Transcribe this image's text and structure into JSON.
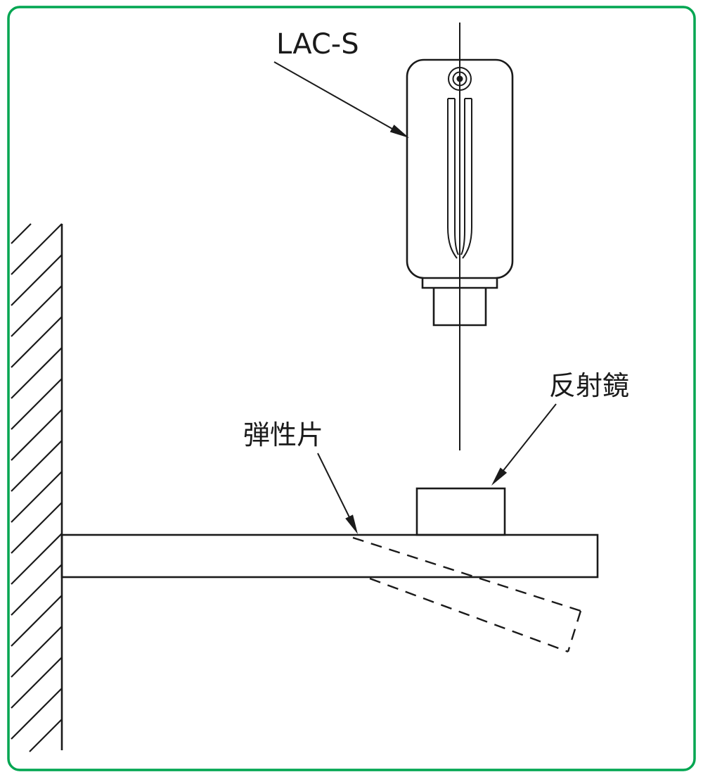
{
  "figure": {
    "background": "#ffffff",
    "border_color": "#00a651",
    "line_color": "#1a1a1a",
    "labels": {
      "sensor": "LAC-S",
      "reflector": "反射鏡",
      "elastic_piece": "弾性片"
    }
  }
}
